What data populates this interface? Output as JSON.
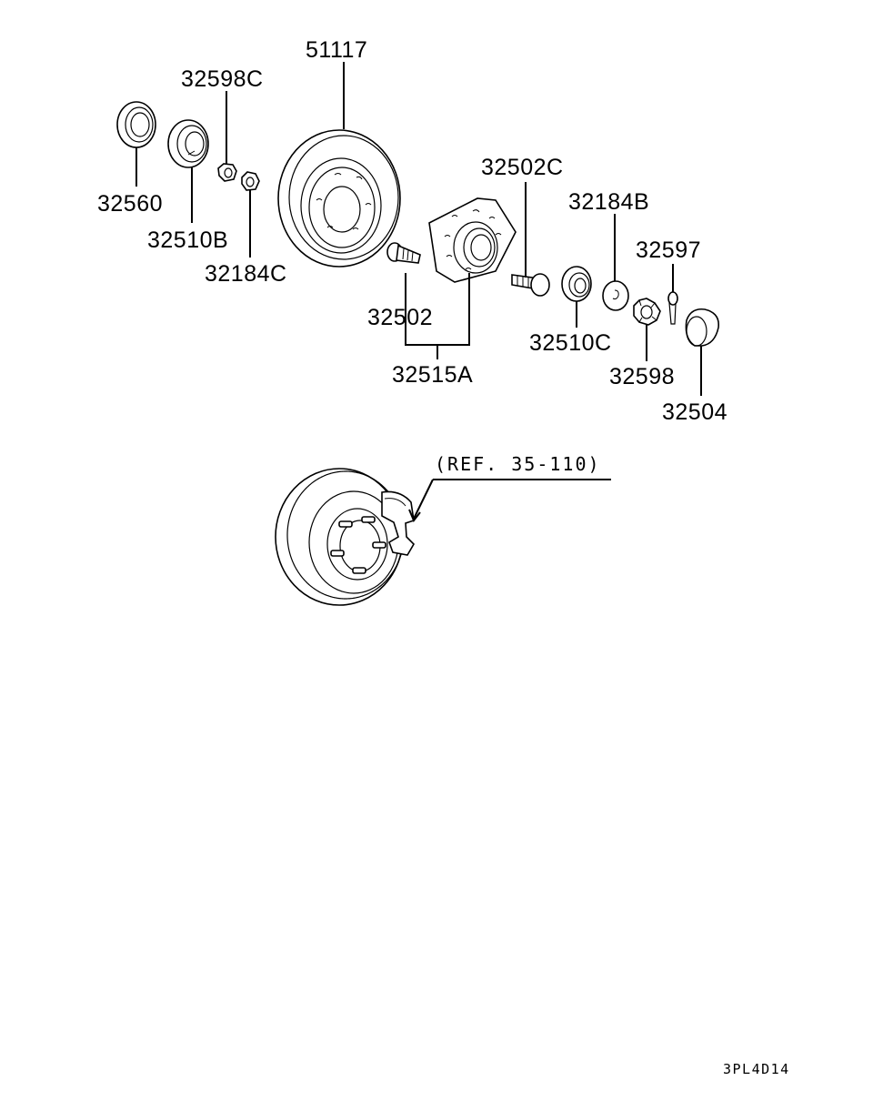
{
  "parts": {
    "p51117": "51117",
    "p32598C": "32598C",
    "p32560": "32560",
    "p32510B": "32510B",
    "p32184C": "32184C",
    "p32502C": "32502C",
    "p32184B": "32184B",
    "p32597": "32597",
    "p32502": "32502",
    "p32510C": "32510C",
    "p32515A": "32515A",
    "p32598": "32598",
    "p32504": "32504"
  },
  "reference": "(REF. 35-110)",
  "drawing_code": "3PL4D14"
}
